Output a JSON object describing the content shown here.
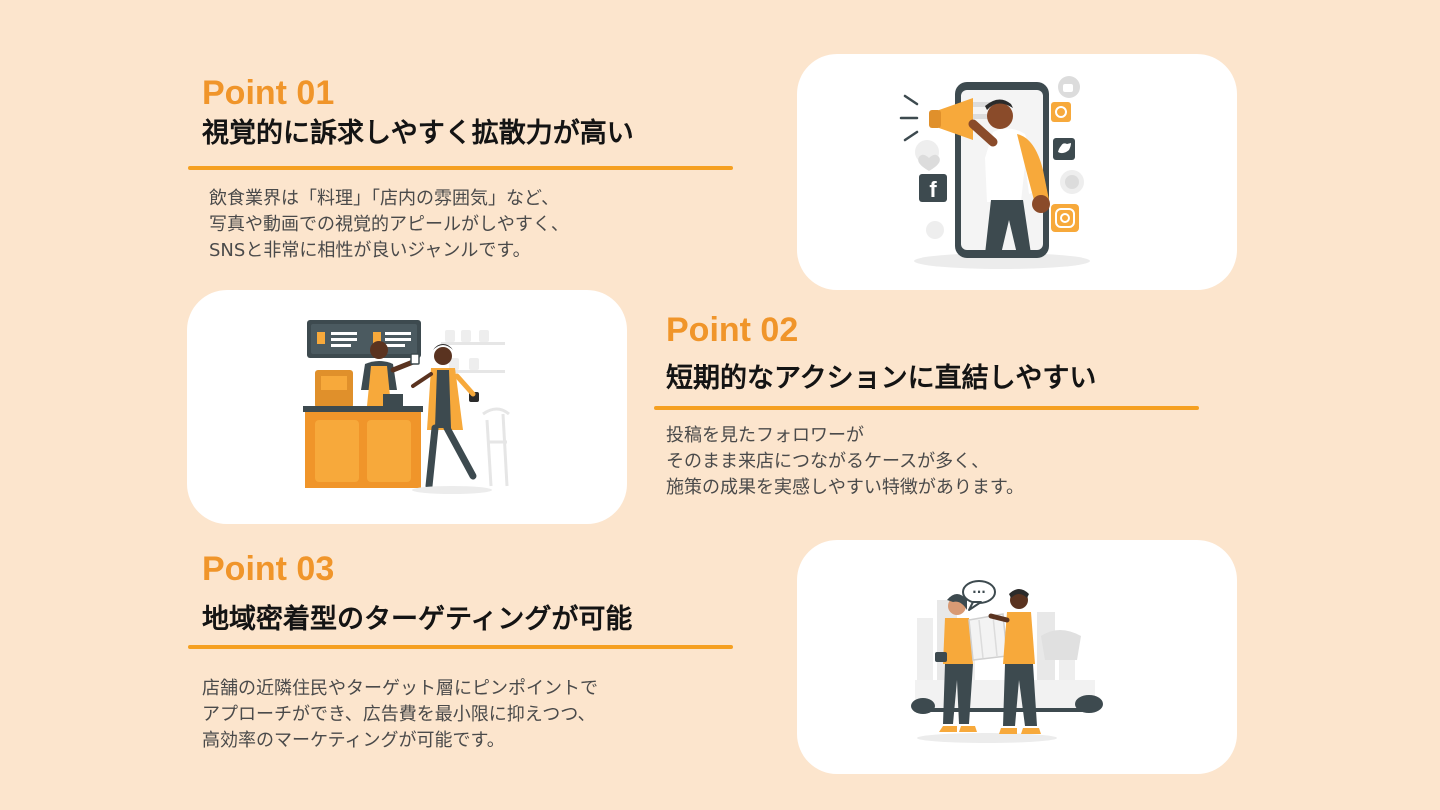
{
  "points": [
    {
      "label": "Point 01",
      "heading": "視覚的に訴求しやすく拡散力が高い",
      "lines": [
        "飲食業界は「料理」「店内の雰囲気」など、",
        "写真や動画での視覚的アピールがしやすく、",
        "SNSと非常に相性が良いジャンルです。"
      ]
    },
    {
      "label": "Point 02",
      "heading": "短期的なアクションに直結しやすい",
      "lines": [
        "投稿を見たフォロワーが",
        "そのまま来店につながるケースが多く、",
        "施策の成果を実感しやすい特徴があります。"
      ]
    },
    {
      "label": "Point 03",
      "heading": "地域密着型のターゲティングが可能",
      "lines": [
        "店舗の近隣住民やターゲット層にピンポイントで",
        "アプローチができ、広告費を最小限に抑えつつ、",
        "高効率のマーケティングが可能です。"
      ]
    }
  ],
  "illustrations": {
    "social_icons": [
      "facebook-icon",
      "twitter-icon",
      "instagram-icon",
      "like-icon",
      "whatsapp-icon",
      "heart-icon",
      "profile-icon"
    ],
    "social_letters": {
      "facebook": "f"
    },
    "speech_bubble_text": "···"
  },
  "colors": {
    "background": "#fce5cd",
    "accent": "#f0952a",
    "underline": "#f5a021",
    "illustration_orange": "#f7a93b",
    "illustration_dark": "#3d4a4f"
  }
}
